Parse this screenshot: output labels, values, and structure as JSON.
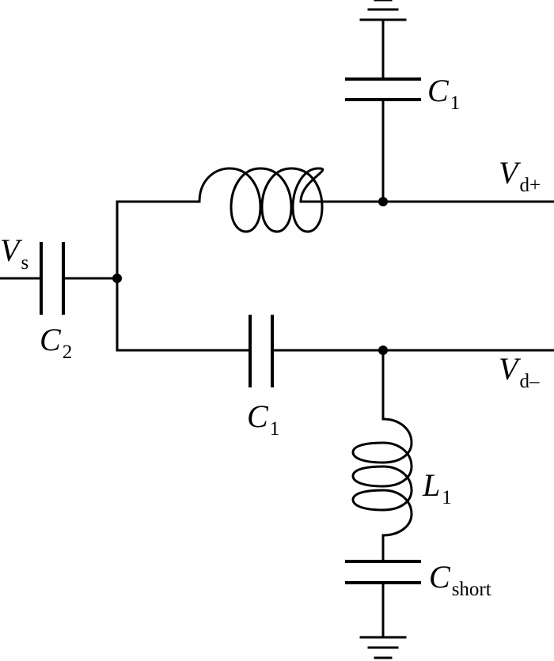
{
  "labels": {
    "vs": {
      "main": "V",
      "sub": "s"
    },
    "vdp": {
      "main": "V",
      "sub": "d+"
    },
    "vdm": {
      "main": "V",
      "sub": "d–"
    },
    "c1_top": {
      "main": "C",
      "sub": "1"
    },
    "c1_mid": {
      "main": "C",
      "sub": "1"
    },
    "c2": {
      "main": "C",
      "sub": "2"
    },
    "l1": {
      "main": "L",
      "sub": "1"
    },
    "cshort": {
      "main": "C",
      "sub": "short"
    }
  },
  "components": [
    {
      "id": "capacitor-c1-shunt-top",
      "type": "capacitor"
    },
    {
      "id": "inductor-series-top",
      "type": "inductor"
    },
    {
      "id": "capacitor-c2-input",
      "type": "capacitor"
    },
    {
      "id": "capacitor-c1-series-bottom",
      "type": "capacitor"
    },
    {
      "id": "inductor-l1",
      "type": "inductor"
    },
    {
      "id": "capacitor-cshort",
      "type": "capacitor"
    },
    {
      "id": "ground-top",
      "type": "ground"
    },
    {
      "id": "ground-bottom",
      "type": "ground"
    }
  ]
}
